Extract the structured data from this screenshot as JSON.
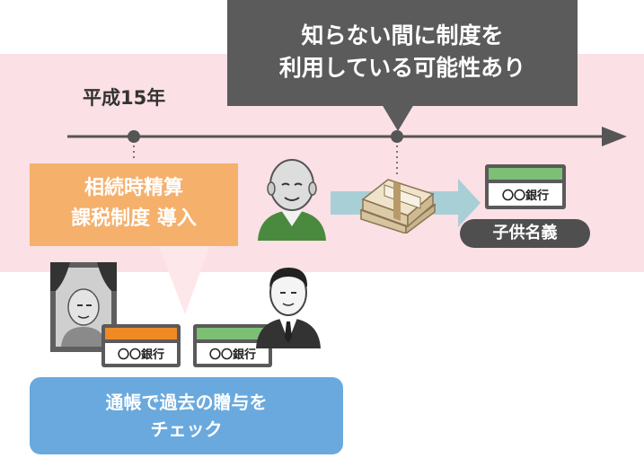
{
  "timeline": {
    "year_label": "平成15年"
  },
  "callout_top": {
    "line1": "知らない間に制度を",
    "line2": "利用している可能性あり"
  },
  "system_box": {
    "line1": "相続時精算",
    "line2": "課税制度 導入"
  },
  "passbooks": [
    {
      "label": "〇〇銀行",
      "stripe_color": "#7cbf75"
    },
    {
      "label": "〇〇銀行",
      "stripe_color": "#f08a24"
    },
    {
      "label": "〇〇銀行",
      "stripe_color": "#7cbf75"
    }
  ],
  "child_tag": {
    "label": "子供名義"
  },
  "check_box": {
    "line1": "通帳で過去の贈与を",
    "line2": "チェック"
  },
  "colors": {
    "band": "#fbe0e5",
    "callout": "#5b5b5b",
    "orange": "#f5b06c",
    "blue": "#6aa9dd",
    "green": "#7cbf75",
    "bank_orange": "#f08a24",
    "arrow": "#a9cfd6"
  },
  "icons": [
    "elderly-man-icon",
    "money-bundle-icon",
    "portrait-frame-icon",
    "businessman-icon"
  ]
}
